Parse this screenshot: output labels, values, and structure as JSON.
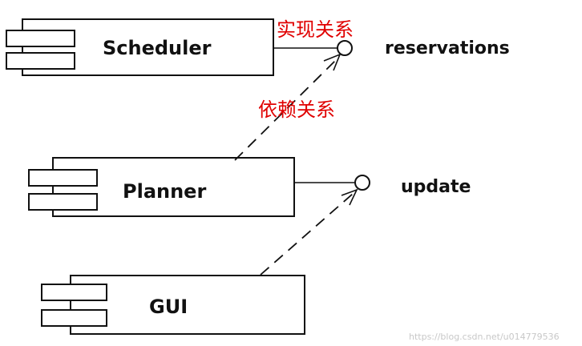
{
  "components": {
    "scheduler": "Scheduler",
    "planner": "Planner",
    "gui": "GUI"
  },
  "interfaces": {
    "reservations": "reservations",
    "update": "update"
  },
  "relations": {
    "realization": "实现关系",
    "dependency": "依赖关系"
  },
  "watermark": "https://blog.csdn.net/u014779536"
}
